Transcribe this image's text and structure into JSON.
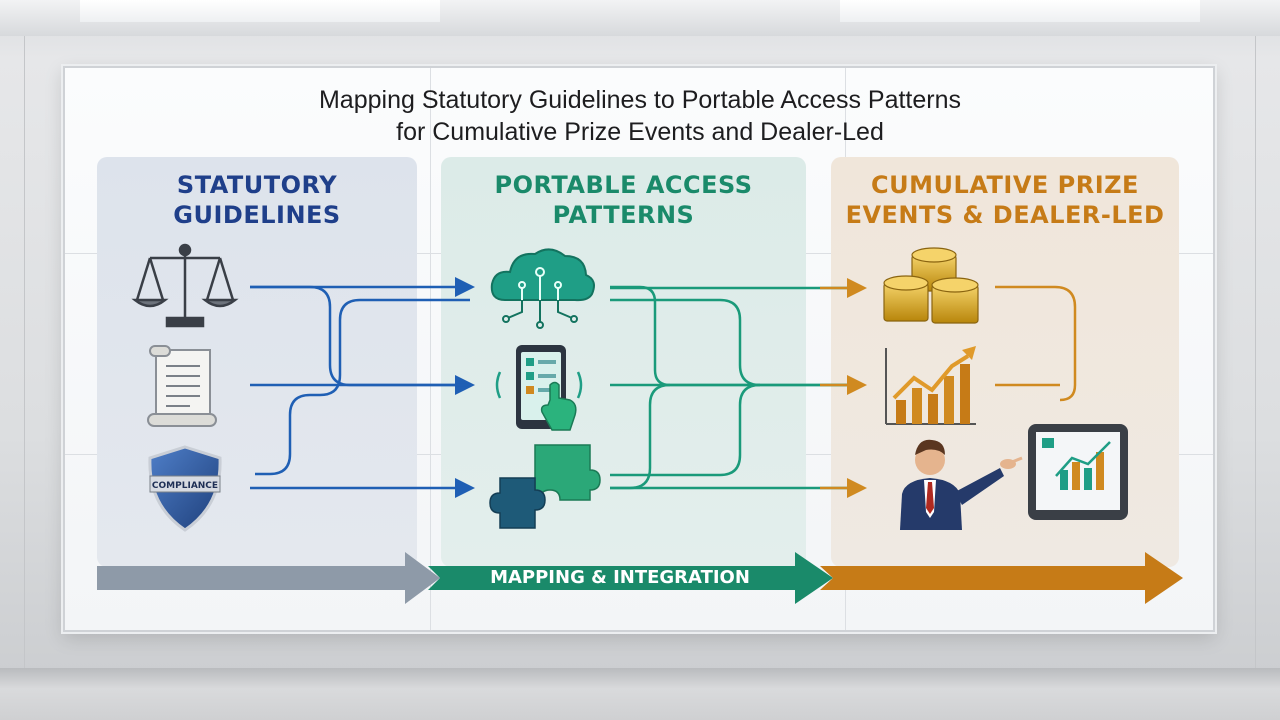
{
  "title": {
    "line1": "Mapping Statutory Guidelines to Portable Access Patterns",
    "line2": "for Cumulative Prize Events and Dealer-Led"
  },
  "columns": [
    {
      "line1": "STATUTORY",
      "line2": "GUIDELINES",
      "color": "#1f3f8a"
    },
    {
      "line1": "PORTABLE ACCESS",
      "line2": "PATTERNS",
      "color": "#1a8a6a"
    },
    {
      "line1": "CUMULATIVE PRIZE",
      "line2": "EVENTS & DEALER-LED",
      "color": "#c67b17"
    }
  ],
  "badge": {
    "text": "COMPLIANCE"
  },
  "band": {
    "label": "MAPPING & INTEGRATION"
  },
  "icons": {
    "statutory": [
      "scales-icon",
      "scroll-document-icon",
      "compliance-shield-icon"
    ],
    "access": [
      "cloud-network-icon",
      "smartphone-touch-icon",
      "puzzle-pieces-icon"
    ],
    "prize": [
      "coin-stacks-icon",
      "growth-bar-chart-icon",
      "dealer-presentation-icon"
    ]
  },
  "colors": {
    "blue": "#1f5fb4",
    "teal": "#1a9a7a",
    "orange": "#d08a20"
  }
}
